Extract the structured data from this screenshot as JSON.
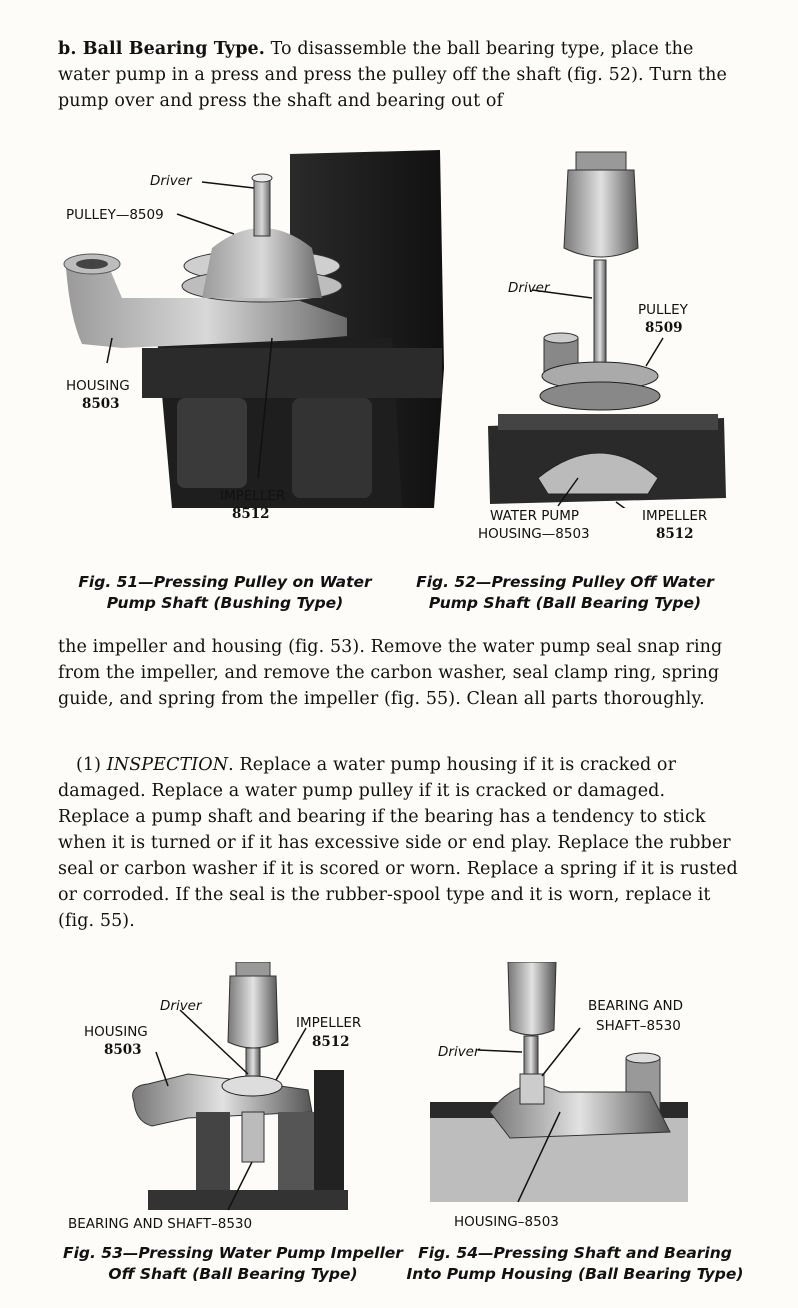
{
  "text": {
    "para1_lead": "b. Ball Bearing Type.",
    "para1_rest": " To disassemble the ball bearing type, place the water pump in a press and press the pulley off the shaft (fig. 52). Turn the pump over and press the shaft and bearing out of",
    "para2": "the impeller and housing (fig. 53). Remove the water pump seal snap ring from the impeller, and remove the carbon washer, seal clamp ring, spring guide, and spring from the impeller (fig. 55). Clean all parts thoroughly.",
    "para3_num": "(1) ",
    "para3_lead": "INSPECTION",
    "para3_rest": ". Replace a water pump housing if it is cracked or damaged. Replace a water pump pulley if it is cracked or damaged. Replace a pump shaft and bearing if the bearing has a tendency to stick when it is turned or if it has excessive side or end play. Replace the rubber seal or carbon washer if it is scored or worn. Replace a spring if it is rusted or corroded. If the seal is the rubber-spool type and it is worn, replace it (fig. 55)."
  },
  "fig51": {
    "driver": "Driver",
    "pulley": "PULLEY—8509",
    "housing": "HOUSING",
    "housing_num": "8503",
    "impeller": "IMPELLER",
    "impeller_num": "8512",
    "caption_line1": "Fig. 51—Pressing Pulley on Water",
    "caption_line2": "Pump Shaft (Bushing Type)"
  },
  "fig52": {
    "driver": "Driver",
    "pulley": "PULLEY",
    "pulley_num": "8509",
    "water_pump": "WATER PUMP",
    "housing": "HOUSING—8503",
    "impeller": "IMPELLER",
    "impeller_num": "8512",
    "caption_line1": "Fig. 52—Pressing Pulley Off Water",
    "caption_line2": "Pump Shaft (Ball Bearing Type)"
  },
  "fig53": {
    "driver": "Driver",
    "housing": "HOUSING",
    "housing_num": "8503",
    "impeller": "IMPELLER",
    "impeller_num": "8512",
    "bearing": "BEARING AND SHAFT–8530",
    "caption_line1": "Fig. 53—Pressing Water Pump Impeller",
    "caption_line2": "Off Shaft (Ball Bearing Type)"
  },
  "fig54": {
    "bearing_line1": "BEARING AND",
    "bearing_line2": "SHAFT–8530",
    "driver": "Driver",
    "housing": "HOUSING–8503",
    "caption_line1": "Fig. 54—Pressing Shaft and Bearing",
    "caption_line2": "Into Pump Housing (Ball Bearing Type)"
  }
}
